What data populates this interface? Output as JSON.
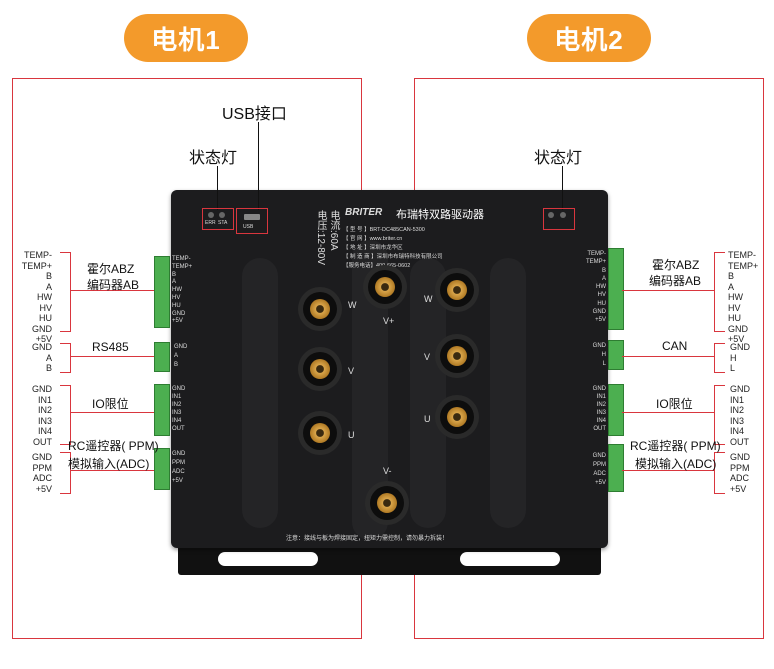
{
  "motor1": {
    "title": "电机1"
  },
  "motor2": {
    "title": "电机2"
  },
  "top": {
    "usb_label": "USB接口",
    "status_led_left": "状态灯",
    "status_led_right": "状态灯"
  },
  "left_groups": {
    "hall": {
      "title_line1": "霍尔ABZ",
      "title_line2": "编码器AB",
      "pins": [
        "TEMP-",
        "TEMP+",
        "B",
        "A",
        "HW",
        "HV",
        "HU",
        "GND",
        "+5V"
      ]
    },
    "rs485": {
      "title": "RS485",
      "pins": [
        "GND",
        "A",
        "B"
      ]
    },
    "io": {
      "title": "IO限位",
      "pins": [
        "GND",
        "IN1",
        "IN2",
        "IN3",
        "IN4",
        "OUT"
      ]
    },
    "rc": {
      "title_line1": "RC遥控器( PPM)",
      "title_line2": "模拟输入(ADC)",
      "pins": [
        "GND",
        "PPM",
        "ADC",
        "+5V"
      ]
    }
  },
  "right_groups": {
    "hall": {
      "title_line1": "霍尔ABZ",
      "title_line2": "编码器AB",
      "pins": [
        "TEMP-",
        "TEMP+",
        "B",
        "A",
        "HW",
        "HV",
        "HU",
        "GND",
        "+5V"
      ]
    },
    "can": {
      "title": "CAN",
      "pins": [
        "GND",
        "H",
        "L"
      ]
    },
    "io": {
      "title": "IO限位",
      "pins": [
        "GND",
        "IN1",
        "IN2",
        "IN3",
        "IN4",
        "OUT"
      ]
    },
    "rc": {
      "title_line1": "RC遥控器( PPM)",
      "title_line2": "模拟输入(ADC)",
      "pins": [
        "GND",
        "PPM",
        "ADC",
        "+5V"
      ]
    }
  },
  "board": {
    "brand": "BRITER",
    "name": "布瑞特双路驱动器",
    "voltage": "电压:12-80V",
    "current": "电流:60A",
    "led_err": "ERR",
    "led_sta": "STA",
    "usb": "USB",
    "info_lines": [
      "【 型 号 】BRT-DC485CAN-5300",
      "【 官 网 】www.briter.cn",
      "【 地 址 】深圳市龙华区",
      "【 制 造 商 】深圳市布瑞特科技有限公司",
      "【服务电话】400-665-0602"
    ],
    "notice": "注意：接线与板为焊接固定，扭矩力需控制，请勿暴力拆装！",
    "phases_left": [
      "W",
      "V",
      "U"
    ],
    "phases_right": [
      "W",
      "V",
      "U"
    ],
    "v_plus": "V+",
    "v_minus": "V-"
  }
}
